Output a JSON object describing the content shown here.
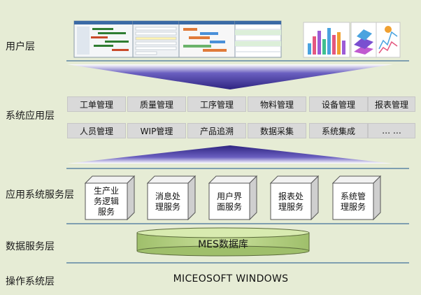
{
  "layers": {
    "user": "用户层",
    "app": "系统应用层",
    "service": "应用系统服务层",
    "data": "数据服务层",
    "os": "操作系统层"
  },
  "modules": [
    "工单管理",
    "质量管理",
    "工序管理",
    "物料管理",
    "设备管理",
    "报表管理",
    "人员管理",
    "WIP管理",
    "产品追溯",
    "数据采集",
    "系统集成",
    "… …"
  ],
  "services": [
    [
      "生产业",
      "务逻辑",
      "服务"
    ],
    [
      "消息处",
      "理服务"
    ],
    [
      "用户界",
      "面服务"
    ],
    [
      "报表处",
      "理服务"
    ],
    [
      "系统管",
      "理服务"
    ]
  ],
  "database": "MES数据库",
  "os_name": "MICEOSOFT WINDOWS",
  "colors": {
    "background": "#e6ecd5",
    "arrow_dark": "#3a2f8c",
    "arrow_light": "#ffffff",
    "module_fill": "#d9d9d9",
    "cylinder": "#b8d48a",
    "divider": "#7f9fb0"
  }
}
